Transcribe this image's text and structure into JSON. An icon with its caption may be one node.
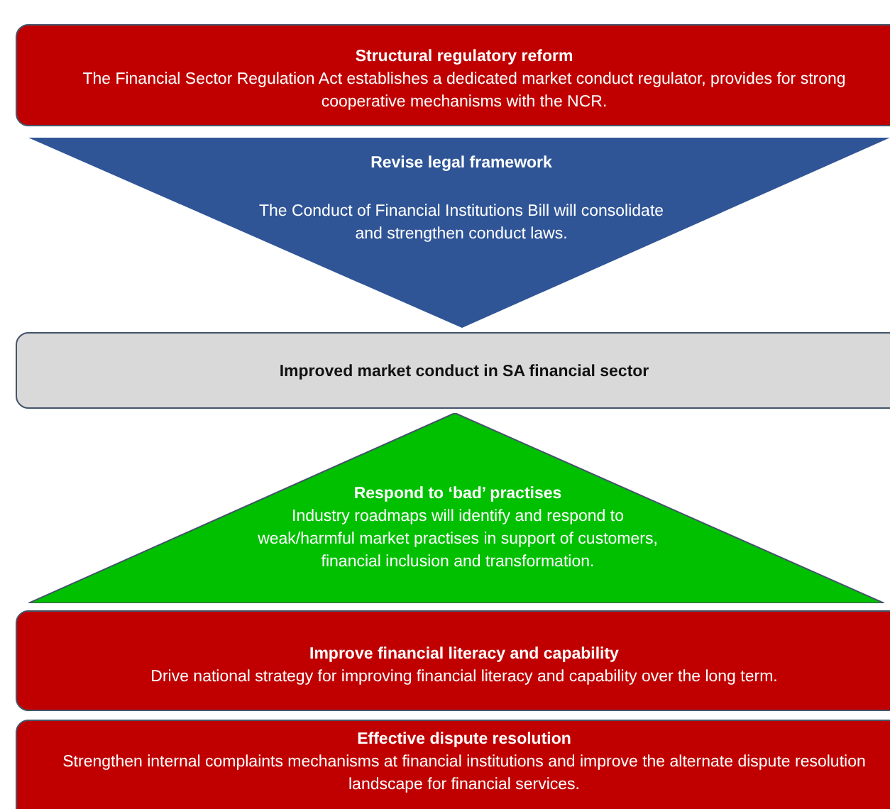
{
  "diagram": {
    "nodes": [
      {
        "text": [
          "Structural regulatory reform",
          "The Financial Sector Regulation Act establishes a dedicated market conduct regulator, provides for strong cooperative mechanisms with the NCR."
        ]
      },
      {
        "text": [
          "Revise legal framework",
          "The Conduct of Financial Institutions Bill will consolidate and strengthen conduct laws."
        ]
      },
      {
        "text": [
          "Improved market conduct in SA financial sector"
        ]
      },
      {
        "text": [
          "Respond to ‘bad’ practises",
          "Industry roadmaps will identify and respond to weak/harmful market practises in support of customers, financial inclusion and transformation."
        ]
      },
      {
        "text": [
          "Improve financial literacy and capability",
          "Drive national strategy for improving financial literacy and capability over the long term."
        ]
      },
      {
        "text": [
          "Effective dispute resolution",
          "Strengthen internal complaints mechanisms at financial institutions and improve the alternate dispute resolution landscape for financial services."
        ]
      }
    ]
  }
}
